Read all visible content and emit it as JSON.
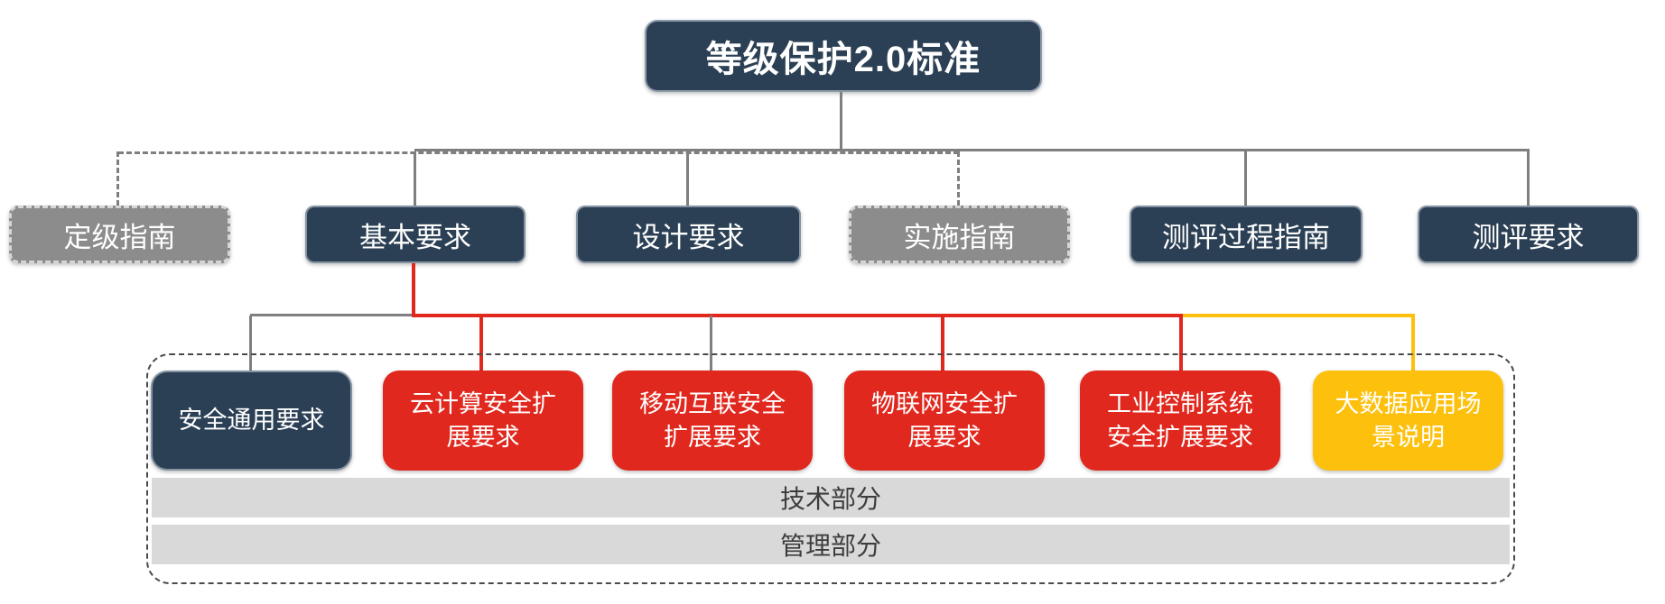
{
  "title": {
    "label": "等级保护2.0标准"
  },
  "level2": [
    {
      "label": "定级指南",
      "style": "gray-dashed"
    },
    {
      "label": "基本要求",
      "style": "navy"
    },
    {
      "label": "设计要求",
      "style": "navy"
    },
    {
      "label": "实施指南",
      "style": "gray-dashed"
    },
    {
      "label": "测评过程指南",
      "style": "navy"
    },
    {
      "label": "测评要求",
      "style": "navy"
    }
  ],
  "level3": [
    {
      "label": "安全通用要求",
      "style": "navy"
    },
    {
      "label": "云计算安全扩\n展要求",
      "style": "red"
    },
    {
      "label": "移动互联安全\n扩展要求",
      "style": "red"
    },
    {
      "label": "物联网安全扩\n展要求",
      "style": "red"
    },
    {
      "label": "工业控制系统\n安全扩展要求",
      "style": "red"
    },
    {
      "label": "大数据应用场\n景说明",
      "style": "gold"
    }
  ],
  "sections": [
    {
      "label": "技术部分"
    },
    {
      "label": "管理部分"
    }
  ],
  "colors": {
    "navy": "#2c4055",
    "red": "#e0281e",
    "gold": "#fdc00d",
    "graybox": "#8c8c8c",
    "line": "#7f7f7f",
    "barbg": "#d9d9d9",
    "bartext": "#3d3d3d",
    "dash": "#4a4a4a"
  }
}
